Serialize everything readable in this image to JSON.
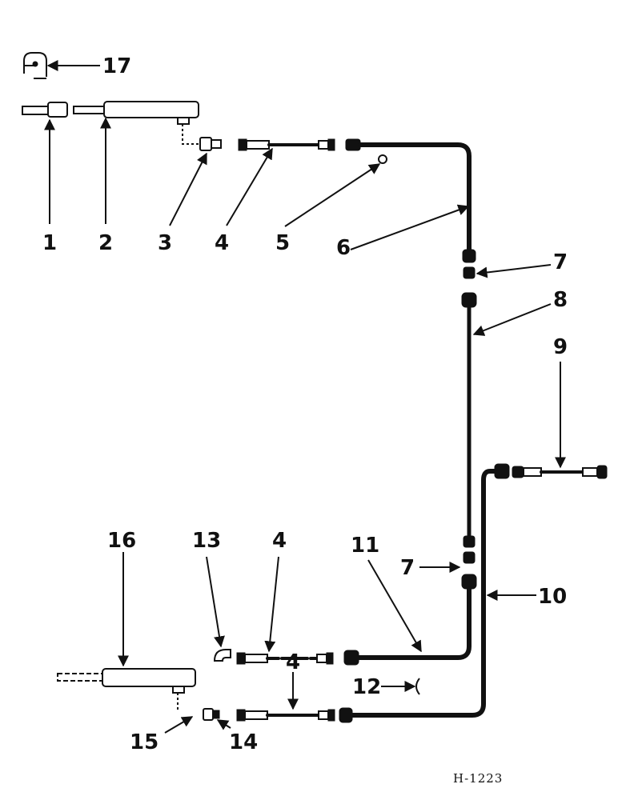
{
  "drawing_code": "H-1223",
  "labels": {
    "l1": "1",
    "l2": "2",
    "l3": "3",
    "l4a": "4",
    "l5": "5",
    "l6": "6",
    "l7a": "7",
    "l8": "8",
    "l9": "9",
    "l10": "10",
    "l11": "11",
    "l12": "12",
    "l13": "13",
    "l4b": "4",
    "l7b": "7",
    "l16": "16",
    "l4c": "4",
    "l15": "15",
    "l14": "14",
    "l17": "17"
  },
  "icons": {
    "arrowhead": "arrowhead-icon",
    "clamp": "clamp-icon"
  },
  "colors": {
    "ink": "#111111",
    "paper": "#ffffff"
  }
}
